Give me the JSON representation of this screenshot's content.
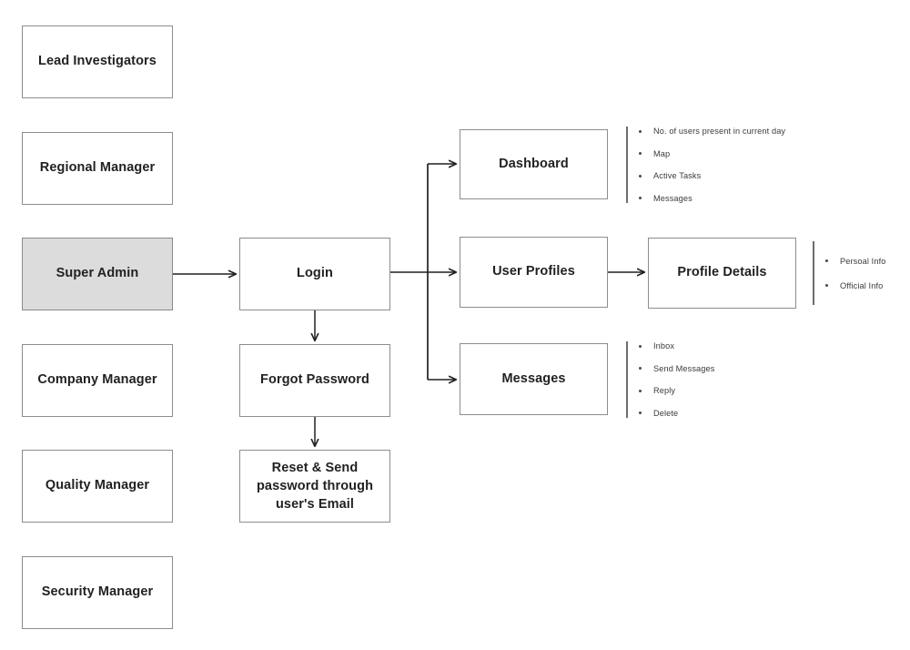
{
  "diagram": {
    "title": "Super Admin user role navigation flow",
    "colors": {
      "box_border": "#8d8d8d",
      "box_fill": "#ffffff",
      "highlight_fill": "#dcdcdc",
      "connector": "#231f20",
      "divider": "#6d6d6d",
      "text": "#231f20"
    }
  },
  "roles": {
    "lead_investigators": "Lead Investigators",
    "regional_manager": "Regional Manager",
    "super_admin": "Super Admin",
    "company_manager": "Company Manager",
    "quality_manager": "Quality Manager",
    "security_manager": "Security Manager"
  },
  "auth": {
    "login": "Login",
    "forgot_password": "Forgot Password",
    "reset_line1": "Reset & Send",
    "reset_line2": "password through",
    "reset_line3": "user's Email"
  },
  "modules": {
    "dashboard": "Dashboard",
    "user_profiles": "User Profiles",
    "messages": "Messages",
    "profile_details": "Profile Details"
  },
  "annotations": {
    "dashboard_items": [
      "No. of users present in current day",
      "Map",
      "Active Tasks",
      "Messages"
    ],
    "profile_details_items": [
      "Persoal Info",
      "Official Info"
    ],
    "messages_items": [
      "Inbox",
      "Send Messages",
      "Reply",
      "Delete"
    ]
  }
}
